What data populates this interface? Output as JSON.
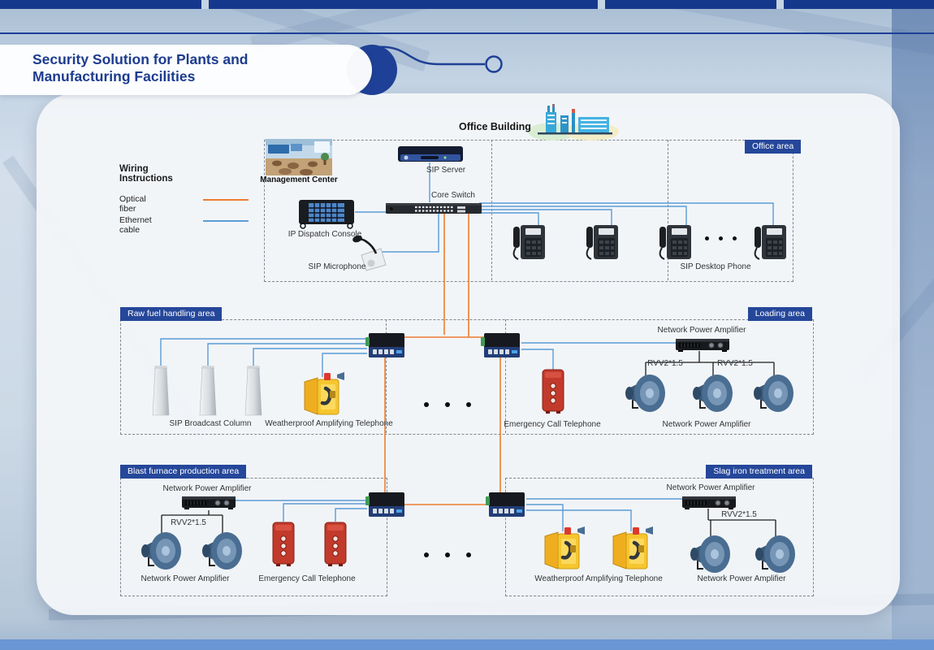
{
  "header": {
    "title_line1": "Security Solution for Plants and",
    "title_line2": "Manufacturing Facilities"
  },
  "legend": {
    "title": "Wiring Instructions",
    "items": [
      {
        "label": "Optical fiber",
        "color": "#ED7D31"
      },
      {
        "label": "Ethernet cable",
        "color": "#5B9BD5"
      }
    ]
  },
  "office": {
    "building_title": "Office Building",
    "area_badge": "Office area",
    "management_center": "Management Center",
    "sip_server": "SIP Server",
    "core_switch": "Core Switch",
    "ip_dispatch_console": "IP Dispatch Console",
    "sip_microphone": "SIP Microphone",
    "sip_desktop_phone": "SIP Desktop Phone"
  },
  "areas": {
    "raw_fuel": {
      "badge": "Raw fuel handling area",
      "broadcast_column": "SIP Broadcast Column",
      "weatherproof_phone": "Weatherproof Amplifying Telephone"
    },
    "loading": {
      "badge": "Loading area",
      "emergency_phone": "Emergency Call Telephone",
      "amplifier": "Network Power Amplifier",
      "cable": "RVV2*1.5",
      "speakers": "Network Power Amplifier"
    },
    "blast_furnace": {
      "badge": "Blast furnace production area",
      "amplifier": "Network Power Amplifier",
      "cable": "RVV2*1.5",
      "speakers": "Network Power Amplifier",
      "emergency_phone": "Emergency Call Telephone"
    },
    "slag_iron": {
      "badge": "Slag iron treatment area",
      "amplifier": "Network Power Amplifier",
      "cable": "RVV2*1.5",
      "weatherproof_phone": "Weatherproof Amplifying Telephone",
      "speakers": "Network Power Amplifier"
    }
  },
  "colors": {
    "optical_fiber": "#ED7D31",
    "ethernet": "#5B9BD5",
    "badge_bg": "#25479A",
    "title_text": "#1D3B8E"
  }
}
